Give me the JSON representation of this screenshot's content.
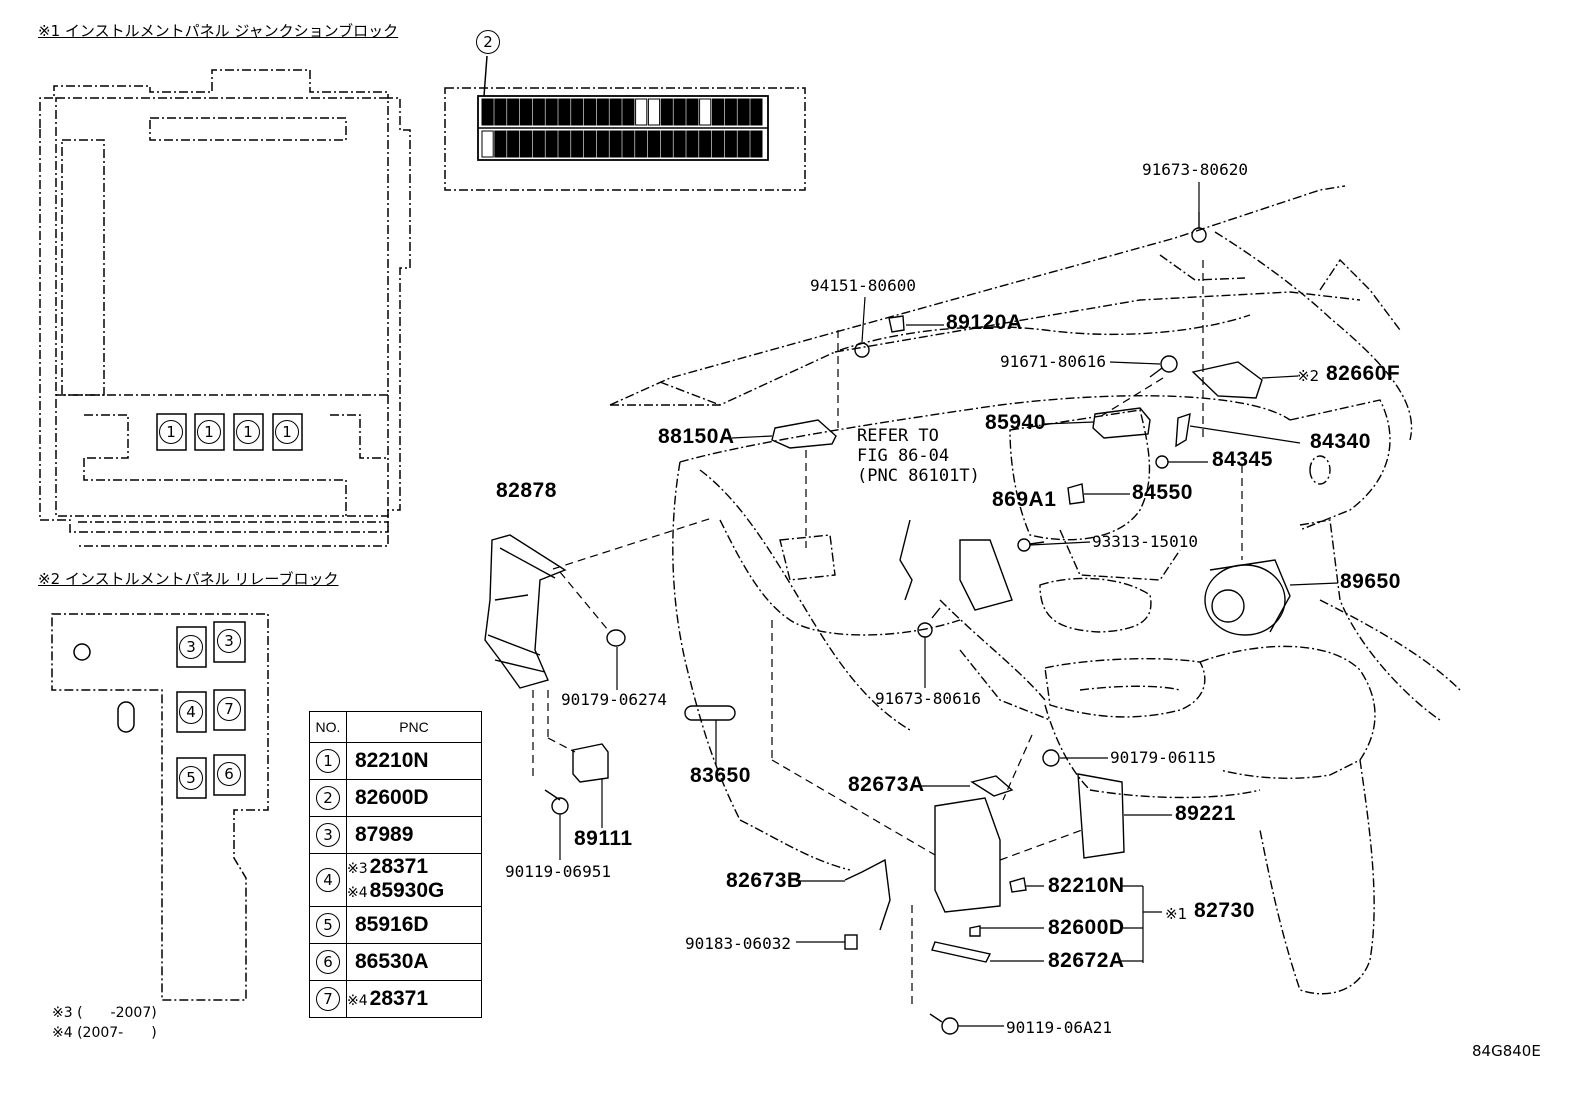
{
  "titles": {
    "junction_block": "※1 インストルメントパネル ジャンクションブロック",
    "relay_block": "※2 インストルメントパネル リレーブロック"
  },
  "callouts": {
    "fuse_block_ref": "2",
    "junction_positions": [
      "1",
      "1",
      "1",
      "1"
    ],
    "relay_positions": [
      "3",
      "3",
      "4",
      "7",
      "5",
      "6"
    ]
  },
  "part_labels": {
    "p91673_80620": "91673-80620",
    "p94151_80600": "94151-80600",
    "p89120A": "89120A",
    "p91671_80616": "91671-80616",
    "p82660F_note": "※2",
    "p82660F": "82660F",
    "p88150A": "88150A",
    "refer_line1": "REFER TO",
    "refer_line2": "FIG 86-04",
    "refer_line3": "(PNC 86101T)",
    "p85940": "85940",
    "p84345": "84345",
    "p84340": "84340",
    "p84550": "84550",
    "p869A1": "869A1",
    "p93313_15010": "93313-15010",
    "p82878": "82878",
    "p89650": "89650",
    "p90179_06274": "90179-06274",
    "p91673_80616": "91673-80616",
    "p83650": "83650",
    "p90179_06115": "90179-06115",
    "p82673A": "82673A",
    "p89221": "89221",
    "p89111": "89111",
    "p90119_06951": "90119-06951",
    "p82673B": "82673B",
    "p82210N": "82210N",
    "p82730_note": "※1",
    "p82730": "82730",
    "p90183_06032": "90183-06032",
    "p82600D": "82600D",
    "p82672A": "82672A",
    "p90119_06A21": "90119-06A21"
  },
  "pnc_table": {
    "header_no": "NO.",
    "header_pnc": "PNC",
    "rows": [
      {
        "no": "1",
        "pnc": "82210N"
      },
      {
        "no": "2",
        "pnc": "82600D"
      },
      {
        "no": "3",
        "pnc": "87989"
      },
      {
        "no": "4",
        "note1": "※3",
        "pnc1": "28371",
        "note2": "※4",
        "pnc2": "85930G"
      },
      {
        "no": "5",
        "pnc": "85916D"
      },
      {
        "no": "6",
        "pnc": "86530A"
      },
      {
        "no": "7",
        "note": "※4",
        "pnc": "28371"
      }
    ]
  },
  "footnotes": {
    "n3_mark": "※3",
    "n3_text": "(　　-2007)",
    "n4_mark": "※4",
    "n4_text": "(2007-　　)"
  },
  "figure_code": "84G840E"
}
